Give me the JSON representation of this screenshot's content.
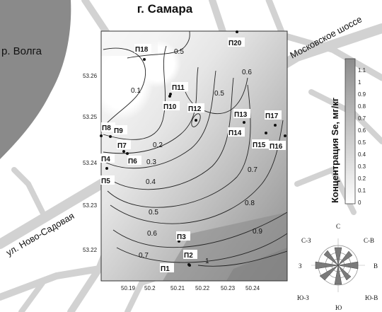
{
  "title": "г. Самара",
  "labels": {
    "river": "р. Волга",
    "street_nov": "ул. Ново-Садовая",
    "street_mosc": "Московское шоссе"
  },
  "legend": {
    "title": "Концентрация Se, мг/кг",
    "ticks": [
      "1.1",
      "1",
      "0.9",
      "0.8",
      "0.7",
      "0.6",
      "0.5",
      "0.4",
      "0.3",
      "0.2",
      "0.1",
      "0"
    ]
  },
  "axes": {
    "x_ticks": [
      "50.19",
      "50.2",
      "50.21",
      "50.22",
      "50.23",
      "50.24"
    ],
    "y_ticks": [
      "53.26",
      "53.25",
      "53.24",
      "53.23",
      "53.22"
    ]
  },
  "isolines": [
    "0.1",
    "0.2",
    "0.3",
    "0.4",
    "0.5",
    "0.6",
    "0.7",
    "0.8",
    "0.9",
    "1",
    "0.5",
    "0.6",
    "0.7"
  ],
  "points": [
    "П1",
    "П2",
    "П3",
    "П4",
    "П5",
    "П6",
    "П7",
    "П8",
    "П9",
    "П10",
    "П11",
    "П12",
    "П13",
    "П14",
    "П15",
    "П16",
    "П17",
    "П18",
    "П20"
  ],
  "rose": {
    "directions": [
      "С",
      "С-В",
      "В",
      "Ю-В",
      "Ю",
      "Ю-З",
      "З",
      "С-З"
    ]
  },
  "colors": {
    "river": "#8a8a8a",
    "roads": "#cfcfcf",
    "low": "#ffffff",
    "high": "#8c8c8c"
  }
}
